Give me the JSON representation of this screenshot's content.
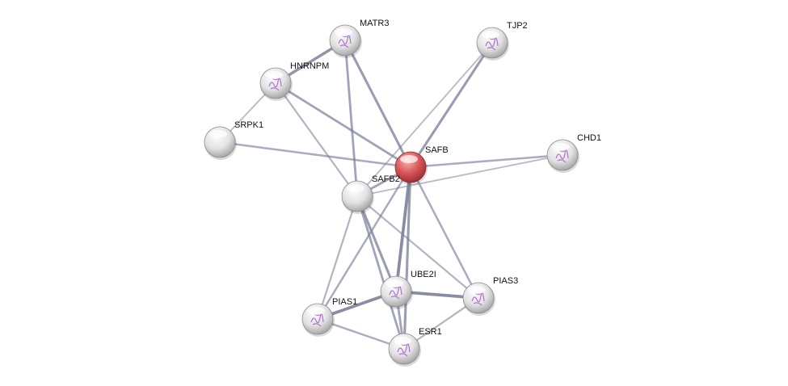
{
  "network": {
    "query_protein": "SAFB",
    "colors": {
      "query": "#d9585c",
      "node": "#e6e6e6",
      "edge": "#7a7f99",
      "structure": "#b070d0"
    },
    "nodes": [
      {
        "id": "MATR3",
        "label": "MATR3",
        "structure": true
      },
      {
        "id": "TJP2",
        "label": "TJP2",
        "structure": true
      },
      {
        "id": "HNRNPM",
        "label": "HNRNPM",
        "structure": true
      },
      {
        "id": "SRPK1",
        "label": "SRPK1",
        "structure": false
      },
      {
        "id": "SAFB",
        "label": "SAFB",
        "structure": false
      },
      {
        "id": "CHD1",
        "label": "CHD1",
        "structure": true
      },
      {
        "id": "SAFB2",
        "label": "SAFB2",
        "structure": false
      },
      {
        "id": "UBE2I",
        "label": "UBE2I",
        "structure": true
      },
      {
        "id": "PIAS3",
        "label": "PIAS3",
        "structure": true
      },
      {
        "id": "PIAS1",
        "label": "PIAS1",
        "structure": true
      },
      {
        "id": "ESR1",
        "label": "ESR1",
        "structure": true
      }
    ],
    "edges": [
      {
        "a": "MATR3",
        "b": "HNRNPM",
        "confidence": 0.8
      },
      {
        "a": "MATR3",
        "b": "SAFB",
        "confidence": 0.7
      },
      {
        "a": "MATR3",
        "b": "SAFB2",
        "confidence": 0.6
      },
      {
        "a": "TJP2",
        "b": "SAFB",
        "confidence": 0.7
      },
      {
        "a": "TJP2",
        "b": "SAFB2",
        "confidence": 0.3
      },
      {
        "a": "HNRNPM",
        "b": "SRPK1",
        "confidence": 0.3
      },
      {
        "a": "HNRNPM",
        "b": "SAFB",
        "confidence": 0.6
      },
      {
        "a": "HNRNPM",
        "b": "SAFB2",
        "confidence": 0.4
      },
      {
        "a": "SRPK1",
        "b": "SAFB",
        "confidence": 0.5
      },
      {
        "a": "CHD1",
        "b": "SAFB",
        "confidence": 0.5
      },
      {
        "a": "CHD1",
        "b": "SAFB2",
        "confidence": 0.3
      },
      {
        "a": "SAFB",
        "b": "SAFB2",
        "confidence": 0.6
      },
      {
        "a": "SAFB",
        "b": "UBE2I",
        "confidence": 0.9
      },
      {
        "a": "SAFB",
        "b": "ESR1",
        "confidence": 0.7
      },
      {
        "a": "SAFB",
        "b": "PIAS3",
        "confidence": 0.5
      },
      {
        "a": "SAFB",
        "b": "PIAS1",
        "confidence": 0.5
      },
      {
        "a": "SAFB2",
        "b": "UBE2I",
        "confidence": 0.7
      },
      {
        "a": "SAFB2",
        "b": "ESR1",
        "confidence": 0.6
      },
      {
        "a": "SAFB2",
        "b": "PIAS3",
        "confidence": 0.4
      },
      {
        "a": "SAFB2",
        "b": "PIAS1",
        "confidence": 0.4
      },
      {
        "a": "UBE2I",
        "b": "PIAS1",
        "confidence": 0.9
      },
      {
        "a": "UBE2I",
        "b": "PIAS3",
        "confidence": 0.9
      },
      {
        "a": "UBE2I",
        "b": "ESR1",
        "confidence": 0.6
      },
      {
        "a": "PIAS1",
        "b": "ESR1",
        "confidence": 0.5
      },
      {
        "a": "PIAS3",
        "b": "ESR1",
        "confidence": 0.4
      }
    ]
  }
}
